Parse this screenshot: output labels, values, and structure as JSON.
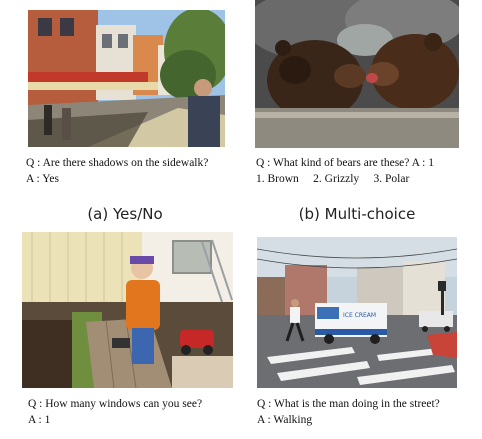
{
  "panels": [
    {
      "question": "Q : Are there shadows on the sidewalk?",
      "answer": "A : Yes",
      "caption": "(a) Yes/No"
    },
    {
      "question": "Q : What kind of bears are these? A : 1",
      "answer": "1. Brown     2. Grizzly     3. Polar",
      "caption": "(b) Multi-choice"
    },
    {
      "question": "Q : How many windows can you see?",
      "answer": "A : 1"
    },
    {
      "question": "Q : What is the man doing in the street?",
      "answer": "A : Walking"
    }
  ],
  "truck": {
    "brand_text": "ICE CREAM"
  }
}
